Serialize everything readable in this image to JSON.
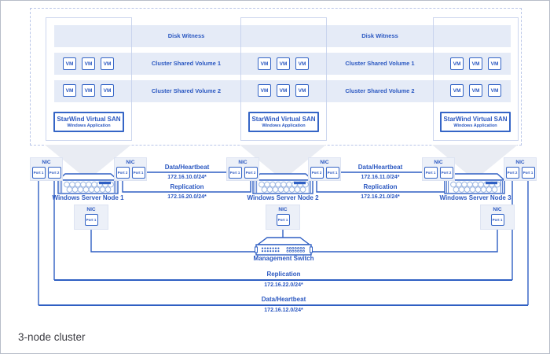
{
  "caption": "3-node cluster",
  "cluster_box": {
    "rows": [
      {
        "label": "Disk Witness"
      },
      {
        "label": "Cluster Shared Volume 1"
      },
      {
        "label": "Cluster Shared Volume 2"
      }
    ],
    "vm_label": "VM",
    "starwind_title": "StarWind Virtual SAN",
    "starwind_subtitle": "Windows Application"
  },
  "nodes": [
    {
      "name": "Windows Server Node 1"
    },
    {
      "name": "Windows Server Node 2"
    },
    {
      "name": "Windows Server Node 3"
    }
  ],
  "labels": {
    "nic": "NIC",
    "port1": "Port 1",
    "port2": "Port 2"
  },
  "links": {
    "dh12": {
      "name": "Data/Heartbeat",
      "subnet": "172.16.10.0/24*"
    },
    "rep12": {
      "name": "Replication",
      "subnet": "172.16.20.0/24*"
    },
    "dh23": {
      "name": "Data/Heartbeat",
      "subnet": "172.16.11.0/24*"
    },
    "rep23": {
      "name": "Replication",
      "subnet": "172.16.21.0/24*"
    },
    "rep_bus": {
      "name": "Replication",
      "subnet": "172.16.22.0/24*"
    },
    "dh_bus": {
      "name": "Data/Heartbeat",
      "subnet": "172.16.12.0/24*"
    }
  },
  "switch": {
    "label": "Management Switch"
  },
  "colors": {
    "primary": "#2f5fc3",
    "text_blue": "#2b58c1",
    "band": "rgba(198,210,238,0.45)",
    "funnel": "#e9ecf3",
    "dashed_border": "#b9c6e8",
    "node_border": "#ccd6ee",
    "nic_bg": "#ecf0f8"
  }
}
